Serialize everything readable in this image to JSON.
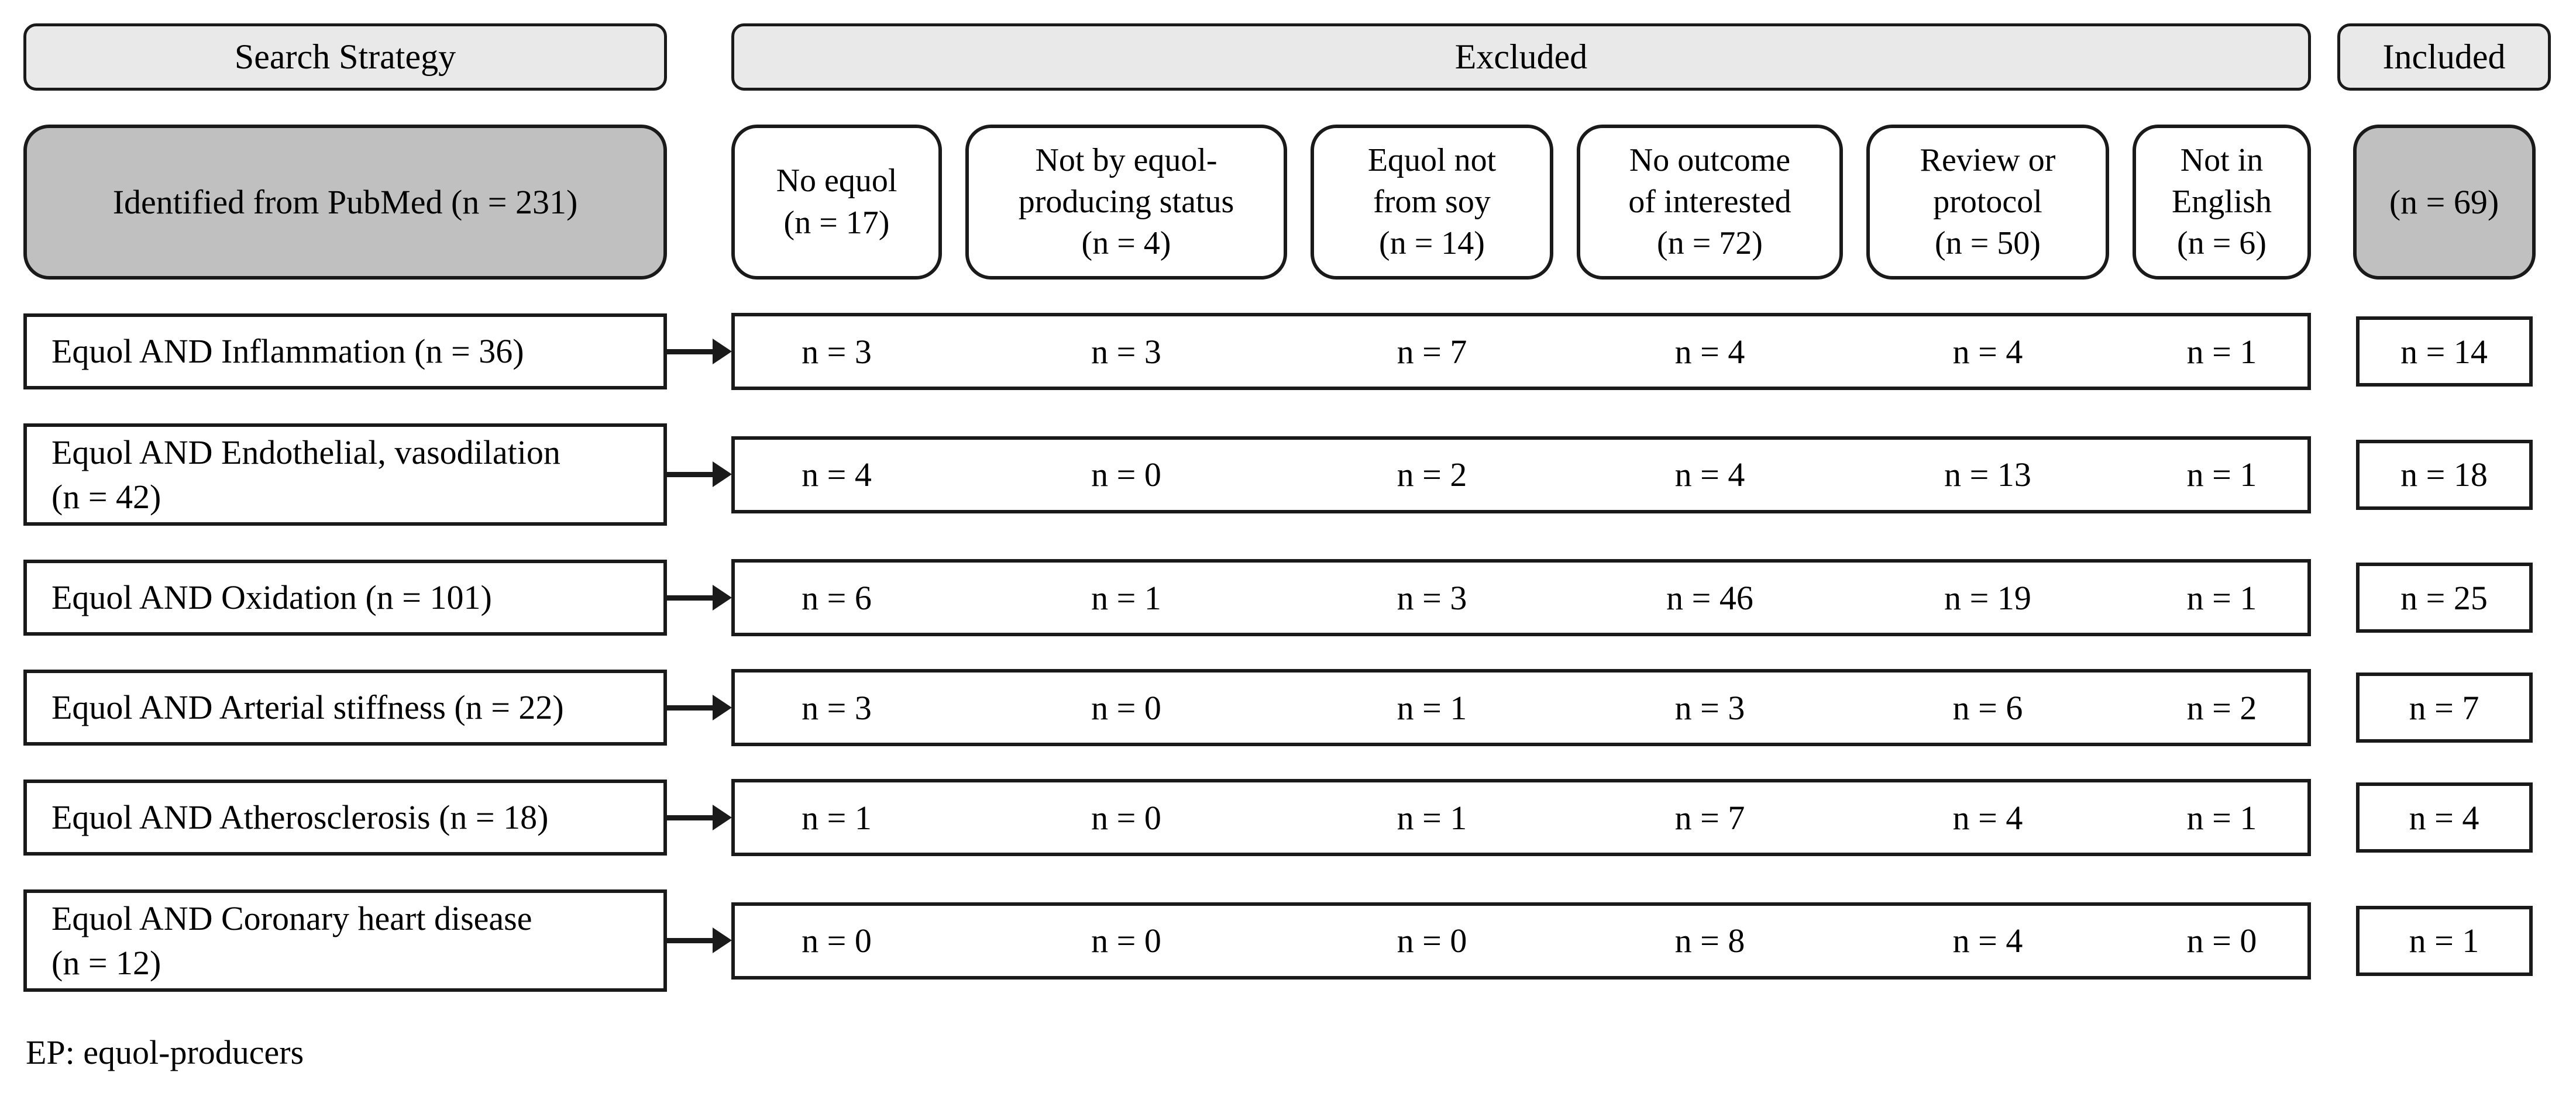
{
  "colors": {
    "header_fill": "#e9e9e9",
    "highlight_fill": "#c0c0c0",
    "border": "#1a1a1a"
  },
  "headers": {
    "search_strategy": "Search Strategy",
    "excluded": "Excluded",
    "included": "Included"
  },
  "source": {
    "label": "Identified from PubMed (n = 231)"
  },
  "included_total": {
    "label": "(n = 69)"
  },
  "exclusion_reasons": [
    {
      "line1": "No equol",
      "line2": "(n = 17)",
      "line3": ""
    },
    {
      "line1": "Not by equol-",
      "line2": "producing status",
      "line3": "(n = 4)"
    },
    {
      "line1": "Equol not",
      "line2": "from soy",
      "line3": "(n = 14)"
    },
    {
      "line1": "No outcome",
      "line2": "of interested",
      "line3": "(n = 72)"
    },
    {
      "line1": "Review or",
      "line2": "protocol",
      "line3": "(n = 50)"
    },
    {
      "line1": "Not in",
      "line2": "English",
      "line3": "(n = 6)"
    }
  ],
  "rows": [
    {
      "label1": "Equol AND Inflammation (n = 36)",
      "label2": "",
      "excluded": [
        "n = 3",
        "n = 3",
        "n = 7",
        "n = 4",
        "n = 4",
        "n = 1"
      ],
      "included": "n = 14"
    },
    {
      "label1": "Equol AND Endothelial, vasodilation",
      "label2": "(n = 42)",
      "excluded": [
        "n = 4",
        "n = 0",
        "n = 2",
        "n = 4",
        "n = 13",
        "n = 1"
      ],
      "included": "n = 18"
    },
    {
      "label1": "Equol AND Oxidation (n = 101)",
      "label2": "",
      "excluded": [
        "n = 6",
        "n = 1",
        "n = 3",
        "n = 46",
        "n = 19",
        "n = 1"
      ],
      "included": "n = 25"
    },
    {
      "label1": "Equol AND Arterial stiffness (n = 22)",
      "label2": "",
      "excluded": [
        "n = 3",
        "n = 0",
        "n = 1",
        "n = 3",
        "n = 6",
        "n = 2"
      ],
      "included": "n = 7"
    },
    {
      "label1": "Equol AND Atherosclerosis (n = 18)",
      "label2": "",
      "excluded": [
        "n = 1",
        "n = 0",
        "n = 1",
        "n = 7",
        "n = 4",
        "n = 1"
      ],
      "included": "n = 4"
    },
    {
      "label1": "Equol AND Coronary heart disease",
      "label2": "(n = 12)",
      "excluded": [
        "n = 0",
        "n = 0",
        "n = 0",
        "n = 8",
        "n = 4",
        "n = 0"
      ],
      "included": "n = 1"
    }
  ],
  "footnote": "EP: equol-producers"
}
